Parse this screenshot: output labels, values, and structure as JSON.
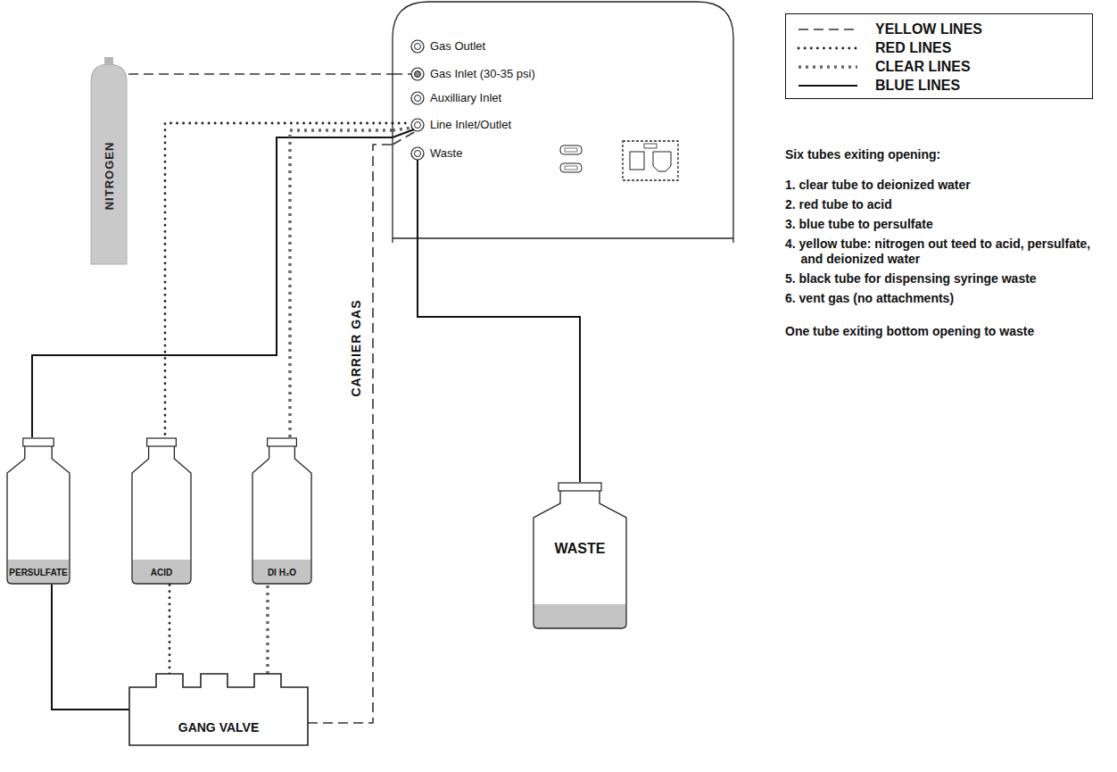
{
  "diagram": {
    "nodes": [
      {
        "text": [
          "NITROGEN"
        ]
      },
      {
        "text": [
          "Gas Outlet",
          "Gas Inlet (30-35 psi)",
          "Auxilliary Inlet",
          "Line Inlet/Outlet",
          "Waste"
        ]
      },
      {
        "text": [
          "PERSULFATE"
        ]
      },
      {
        "text": [
          "ACID"
        ]
      },
      {
        "text": [
          "DI H₂O"
        ]
      },
      {
        "text": [
          "WASTE"
        ]
      },
      {
        "text": [
          "GANG VALVE"
        ]
      }
    ],
    "edges": [
      {
        "from": 0,
        "to": 1,
        "arrow": "none"
      },
      {
        "from": 1,
        "to": 2,
        "arrow": "none"
      },
      {
        "from": 1,
        "to": 3,
        "arrow": "none"
      },
      {
        "from": 1,
        "to": 4,
        "arrow": "none"
      },
      {
        "from": 1,
        "to": 5,
        "arrow": "none"
      },
      {
        "from": 6,
        "to": 2,
        "arrow": "none"
      },
      {
        "from": 6,
        "to": 3,
        "arrow": "none"
      },
      {
        "from": 6,
        "to": 4,
        "arrow": "none"
      },
      {
        "from": 6,
        "to": 1,
        "label": "CARRIER GAS",
        "arrow": "none"
      }
    ],
    "labels": [
      "Six tubes exiting opening:",
      "1. clear tube to deionized water",
      "2. red tube to acid",
      "3. blue tube to persulfate",
      "4. yellow tube: nitrogen out teed to acid, persulfate, and deionized water",
      "5. black tube for dispensing syringe waste",
      "6. vent gas (no attachments)",
      "One tube exiting bottom opening to waste"
    ],
    "legend": [
      {
        "text": "YELLOW LINES"
      },
      {
        "text": "RED LINES"
      },
      {
        "text": "CLEAR LINES"
      },
      {
        "text": "BLUE LINES"
      }
    ]
  }
}
